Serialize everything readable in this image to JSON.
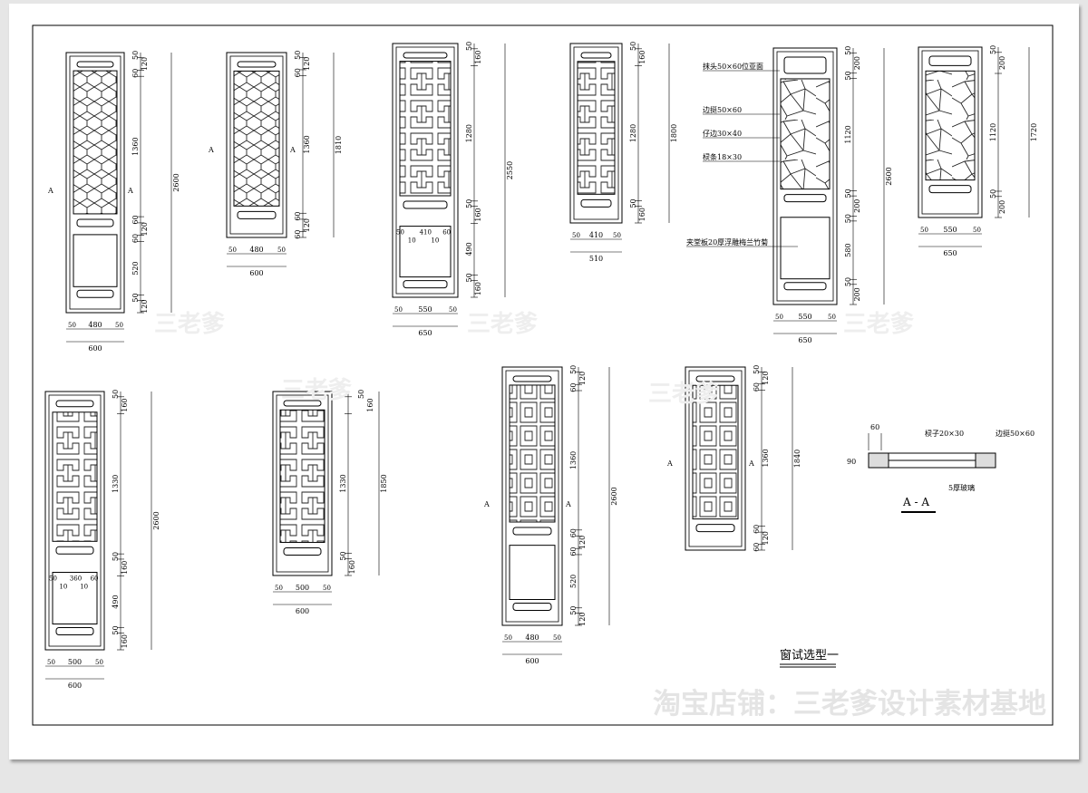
{
  "title": "窗试选型一",
  "section": {
    "label": "A - A",
    "dim_width": "60",
    "dim_height": "90",
    "callouts": [
      "棂子20×30",
      "边挺50×60",
      "5厚玻璃"
    ]
  },
  "callouts": [
    "抹头50×60位亚面",
    "边挺50×60",
    "仔边30×40",
    "棂条18×30",
    "夹堂板20厚浮雕梅兰竹菊"
  ],
  "section_mark": "A",
  "panels": [
    {
      "segments": [
        "50",
        "120",
        "60",
        "1360",
        "60",
        "120",
        "60",
        "520",
        "50",
        "120"
      ],
      "total": "2600",
      "bottom": [
        "50",
        "480",
        "50"
      ],
      "overall": "600"
    },
    {
      "segments": [
        "50",
        "120",
        "60",
        "1360",
        "60",
        "120",
        "60"
      ],
      "total": "1810",
      "bottom": [
        "50",
        "480",
        "50"
      ],
      "overall": "600"
    },
    {
      "segments": [
        "50",
        "160",
        "1280",
        "50",
        "160",
        "490",
        "50",
        "160"
      ],
      "total": "2550",
      "bottom": [
        "50",
        "550",
        "50"
      ],
      "overall": "650",
      "inner": [
        "50",
        "10",
        "410",
        "10",
        "60"
      ]
    },
    {
      "segments": [
        "50",
        "160",
        "1280",
        "50",
        "160"
      ],
      "total": "1800",
      "bottom": [
        "50",
        "410",
        "50"
      ],
      "overall": "510"
    },
    {
      "segments": [
        "50",
        "200",
        "50",
        "1120",
        "50",
        "200",
        "50",
        "580",
        "50",
        "200"
      ],
      "total": "2600",
      "bottom": [
        "50",
        "550",
        "50"
      ],
      "overall": "650"
    },
    {
      "segments": [
        "50",
        "200",
        "1120",
        "50",
        "200"
      ],
      "total": "1720",
      "bottom": [
        "50",
        "550",
        "50"
      ],
      "overall": "650"
    },
    {
      "segments": [
        "50",
        "160",
        "1330",
        "50",
        "160",
        "490",
        "50",
        "160"
      ],
      "total": "2600",
      "bottom": [
        "50",
        "500",
        "50"
      ],
      "overall": "600",
      "inner": [
        "50",
        "10",
        "360",
        "10",
        "60"
      ]
    },
    {
      "segments": [
        "50",
        "160",
        "1330",
        "50",
        "160"
      ],
      "total": "1850",
      "bottom": [
        "50",
        "500",
        "50"
      ],
      "overall": "600"
    },
    {
      "segments": [
        "50",
        "120",
        "60",
        "1360",
        "60",
        "120",
        "60",
        "520",
        "50",
        "120"
      ],
      "total": "2600",
      "bottom": [
        "50",
        "480",
        "50"
      ],
      "overall": "600"
    },
    {
      "segments": [
        "50",
        "120",
        "60",
        "1360",
        "60",
        "120",
        "60"
      ],
      "total": "1840"
    }
  ],
  "watermarks": {
    "small": "三老爹",
    "shop": "淘宝店铺：三老爹设计素材基地"
  }
}
